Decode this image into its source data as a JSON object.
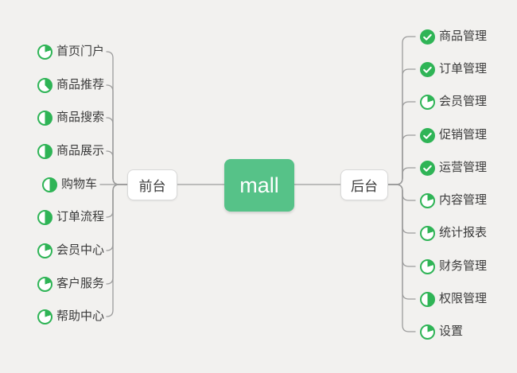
{
  "colors": {
    "background": "#f2f1ef",
    "node_green": "#56c288",
    "icon_green": "#2fb456",
    "connector": "#9c9c9c",
    "topic_text": "#3b3b3b",
    "hub_border": "#d9d9d9"
  },
  "central_topic": {
    "label": "mall"
  },
  "front_hub": {
    "label": "前台"
  },
  "back_hub": {
    "label": "后台"
  },
  "left_items": [
    {
      "label": "首页门户",
      "icon": "pie",
      "fraction": 0.2
    },
    {
      "label": "商品推荐",
      "icon": "pie",
      "fraction": 0.375
    },
    {
      "label": "商品搜索",
      "icon": "pie",
      "fraction": 0.5
    },
    {
      "label": "商品展示",
      "icon": "pie",
      "fraction": 0.5
    },
    {
      "label": "购物车",
      "icon": "pie",
      "fraction": 0.5
    },
    {
      "label": "订单流程",
      "icon": "pie",
      "fraction": 0.5
    },
    {
      "label": "会员中心",
      "icon": "pie",
      "fraction": 0.2
    },
    {
      "label": "客户服务",
      "icon": "pie",
      "fraction": 0.2
    },
    {
      "label": "帮助中心",
      "icon": "pie",
      "fraction": 0.2
    }
  ],
  "right_items": [
    {
      "label": "商品管理",
      "icon": "check",
      "fraction": 1
    },
    {
      "label": "订单管理",
      "icon": "check",
      "fraction": 1
    },
    {
      "label": "会员管理",
      "icon": "pie",
      "fraction": 0.2
    },
    {
      "label": "促销管理",
      "icon": "check",
      "fraction": 1
    },
    {
      "label": "运营管理",
      "icon": "check",
      "fraction": 1
    },
    {
      "label": "内容管理",
      "icon": "pie",
      "fraction": 0.2
    },
    {
      "label": "统计报表",
      "icon": "pie",
      "fraction": 0.2
    },
    {
      "label": "财务管理",
      "icon": "pie",
      "fraction": 0.2
    },
    {
      "label": "权限管理",
      "icon": "pie",
      "fraction": 0.5
    },
    {
      "label": "设置",
      "icon": "pie",
      "fraction": 0.2
    }
  ]
}
